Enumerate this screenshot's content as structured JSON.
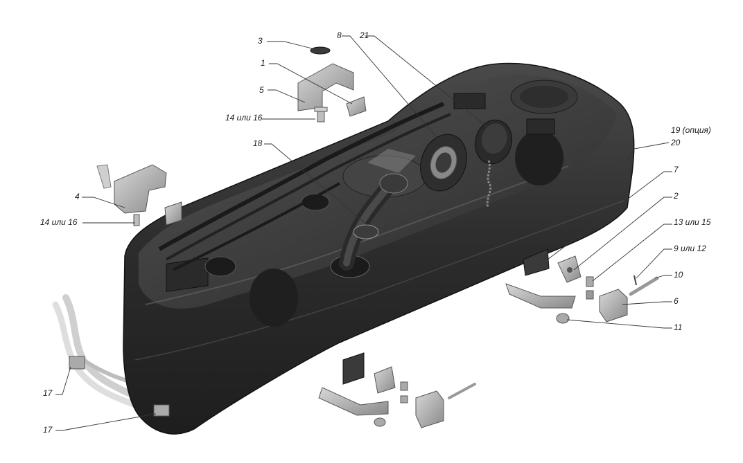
{
  "labels": {
    "l1": "1",
    "l2": "2",
    "l3": "3",
    "l4": "4",
    "l5": "5",
    "l6": "6",
    "l7": "7",
    "l8": "8",
    "l9_12": "9 или 12",
    "l10": "10",
    "l11": "11",
    "l13_15": "13 или 15",
    "l14_16_top": "14 или 16",
    "l14_16_left": "14 или 16",
    "l17_top": "17",
    "l17_bottom": "17",
    "l18": "18",
    "l19": "19 (опция)",
    "l20": "20",
    "l21": "21"
  },
  "colors": {
    "tank_dark": "#2b2b2b",
    "tank_mid": "#3d3d3d",
    "tank_light": "#5a5a5a",
    "metal": "#9a9a9a",
    "metal_light": "#c8c8c8",
    "leader": "#333333"
  }
}
